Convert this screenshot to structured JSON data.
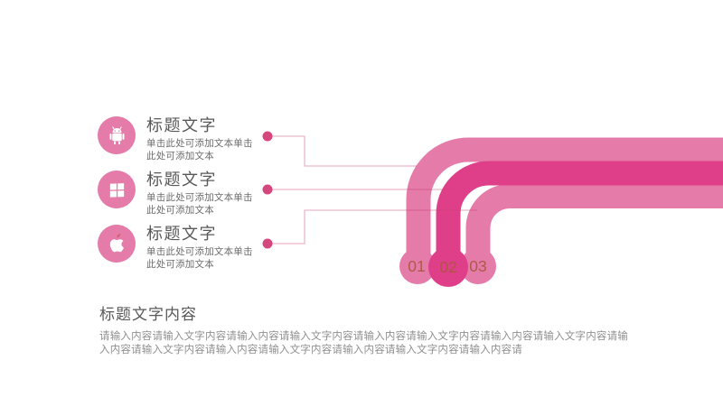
{
  "items": [
    {
      "icon": "android",
      "title": "标题文字",
      "body": "单击此处可添加文本单击此处可添加文本"
    },
    {
      "icon": "windows",
      "title": "标题文字",
      "body": "单击此处可添加文本单击此处可添加文本"
    },
    {
      "icon": "apple",
      "title": "标题文字",
      "body": "单击此处可添加文本单击此处可添加文本"
    }
  ],
  "pipes": {
    "numbers": [
      "01",
      "02",
      "03"
    ]
  },
  "footer": {
    "title": "标题文字内容",
    "body": "请输入内容请输入文字内容请输入内容请输入文字内容请输入内容请输入文字内容请输入内容请输入文字内容请输入内容请输入文字内容请输入内容请输入文字内容请输入内容请输入文字内容请输入内容请"
  },
  "colors": {
    "light_pink": "#E47BA9",
    "dark_pink": "#DF3F88",
    "dot_pink": "#D5457E",
    "number_rust": "#AA563F",
    "title_gray": "#595959",
    "body_gray": "#6B6B6B",
    "paragraph_gray": "#8F8F8F"
  }
}
